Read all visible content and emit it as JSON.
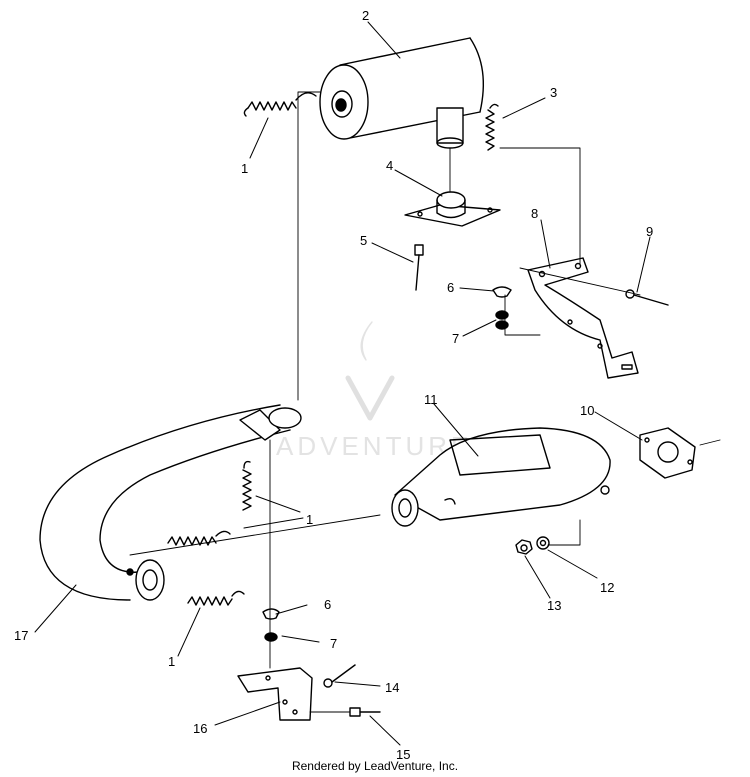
{
  "watermark": "ADVENTURE",
  "footer": "Rendered by LeadVenture, Inc.",
  "callouts": [
    "1",
    "2",
    "3",
    "4",
    "5",
    "6",
    "7",
    "8",
    "9",
    "10",
    "11",
    "12",
    "13",
    "14",
    "15",
    "16",
    "17",
    "1",
    "6",
    "7",
    "1"
  ]
}
